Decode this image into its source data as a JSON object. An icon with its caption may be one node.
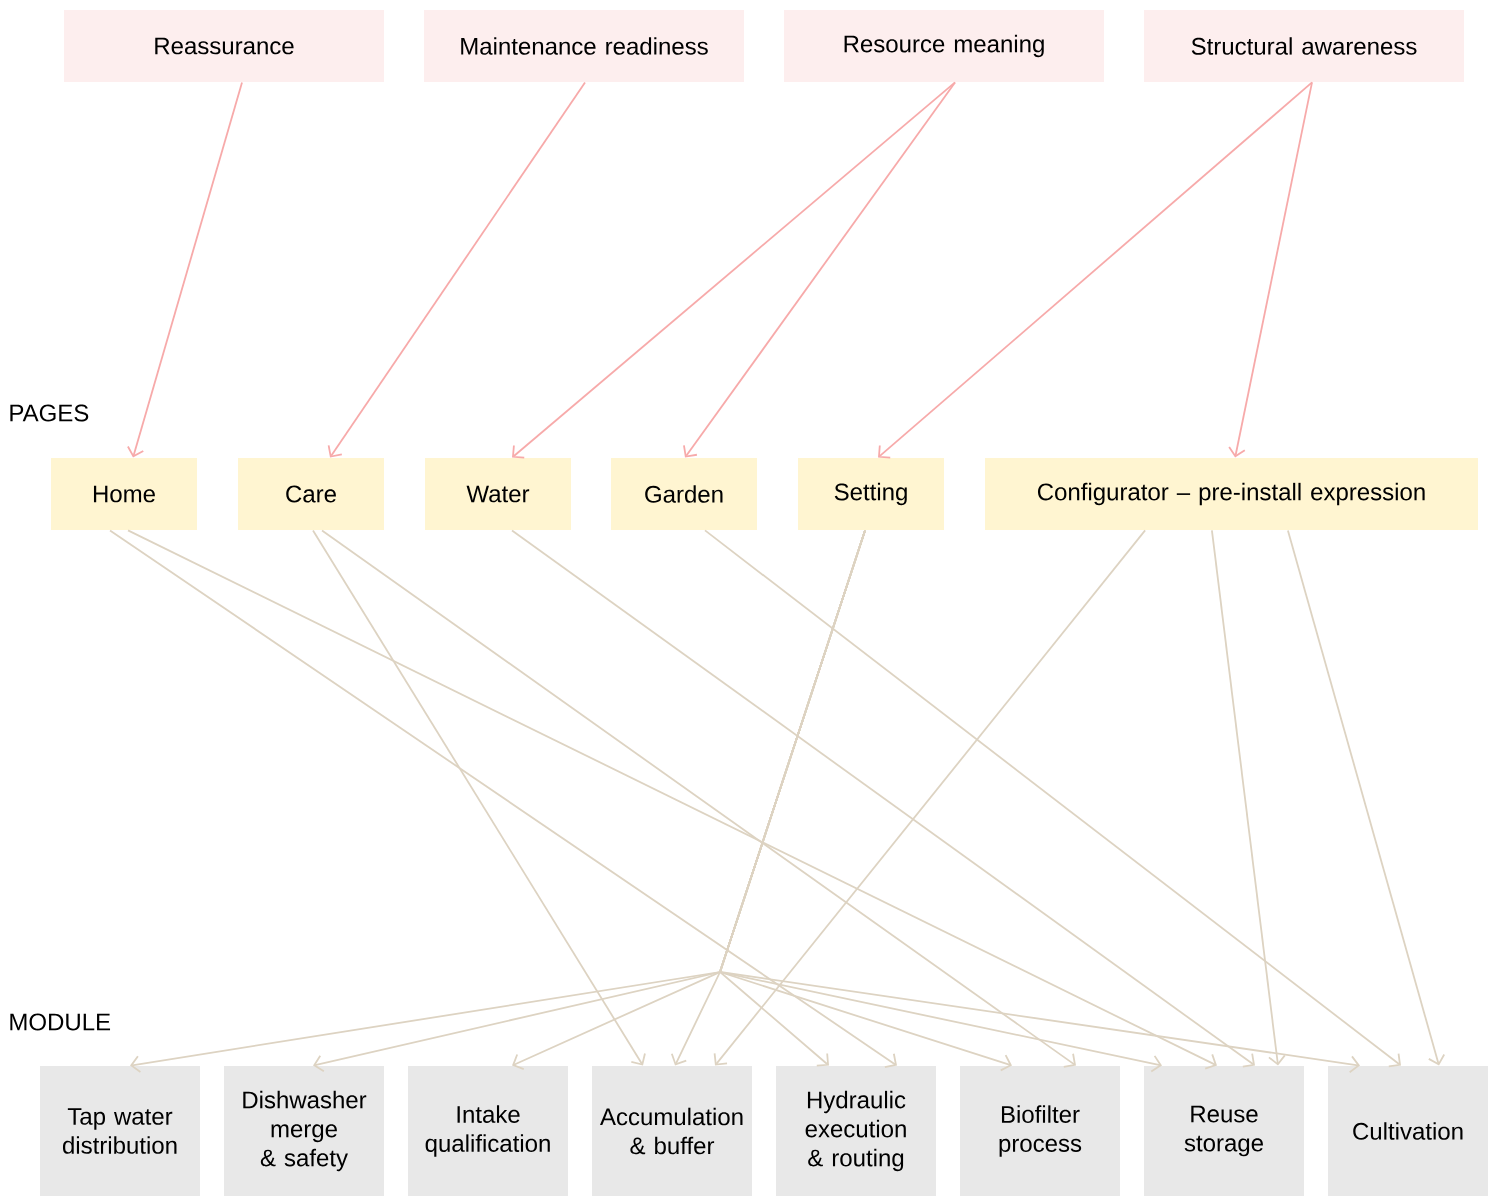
{
  "diagram": {
    "nodes": [
      {
        "text": [
          "Reassurance"
        ]
      },
      {
        "text": [
          "Maintenance readiness"
        ]
      },
      {
        "text": [
          "Resource meaning"
        ]
      },
      {
        "text": [
          "Structural awareness"
        ]
      },
      {
        "text": [
          "Home"
        ]
      },
      {
        "text": [
          "Care"
        ]
      },
      {
        "text": [
          "Water"
        ]
      },
      {
        "text": [
          "Garden"
        ]
      },
      {
        "text": [
          "Setting"
        ]
      },
      {
        "text": [
          "Configurator – pre-install expression"
        ]
      },
      {
        "text": [
          "Tap water distribution"
        ]
      },
      {
        "text": [
          "Dishwasher merge & safety"
        ]
      },
      {
        "text": [
          "Intake qualification"
        ]
      },
      {
        "text": [
          "Accumulation & buffer"
        ]
      },
      {
        "text": [
          "Hydraulic execution & routing"
        ]
      },
      {
        "text": [
          "Biofilter process"
        ]
      },
      {
        "text": [
          "Reuse storage"
        ]
      },
      {
        "text": [
          "Cultivation"
        ]
      }
    ],
    "edges": [
      {
        "from": 0,
        "to": 4,
        "arrow": "to",
        "color": "#f7aaaa"
      },
      {
        "from": 1,
        "to": 5,
        "arrow": "to",
        "color": "#f7aaaa"
      },
      {
        "from": 2,
        "to": 6,
        "arrow": "to",
        "color": "#f7aaaa"
      },
      {
        "from": 2,
        "to": 7,
        "arrow": "to",
        "color": "#f7aaaa"
      },
      {
        "from": 3,
        "to": 8,
        "arrow": "to",
        "color": "#f7aaaa"
      },
      {
        "from": 3,
        "to": 9,
        "arrow": "to",
        "color": "#f7aaaa"
      },
      {
        "from": 4,
        "to": 14,
        "arrow": "to"
      },
      {
        "from": 4,
        "to": 16,
        "arrow": "to"
      },
      {
        "from": 5,
        "to": 13,
        "arrow": "to"
      },
      {
        "from": 5,
        "to": 15,
        "arrow": "to"
      },
      {
        "from": 6,
        "to": 16,
        "arrow": "to"
      },
      {
        "from": 7,
        "to": 17,
        "arrow": "to"
      },
      {
        "from": 8,
        "to": 10,
        "arrow": "to"
      },
      {
        "from": 8,
        "to": 11,
        "arrow": "to"
      },
      {
        "from": 8,
        "to": 12,
        "arrow": "to"
      },
      {
        "from": 8,
        "to": 13,
        "arrow": "to"
      },
      {
        "from": 8,
        "to": 14,
        "arrow": "to"
      },
      {
        "from": 8,
        "to": 15,
        "arrow": "to"
      },
      {
        "from": 8,
        "to": 16,
        "arrow": "to"
      },
      {
        "from": 8,
        "to": 17,
        "arrow": "to"
      },
      {
        "from": 9,
        "to": 13,
        "arrow": "to"
      },
      {
        "from": 9,
        "to": 16,
        "arrow": "to"
      },
      {
        "from": 9,
        "to": 17,
        "arrow": "to"
      }
    ],
    "labels": [
      "PAGES",
      "MODULE"
    ]
  }
}
